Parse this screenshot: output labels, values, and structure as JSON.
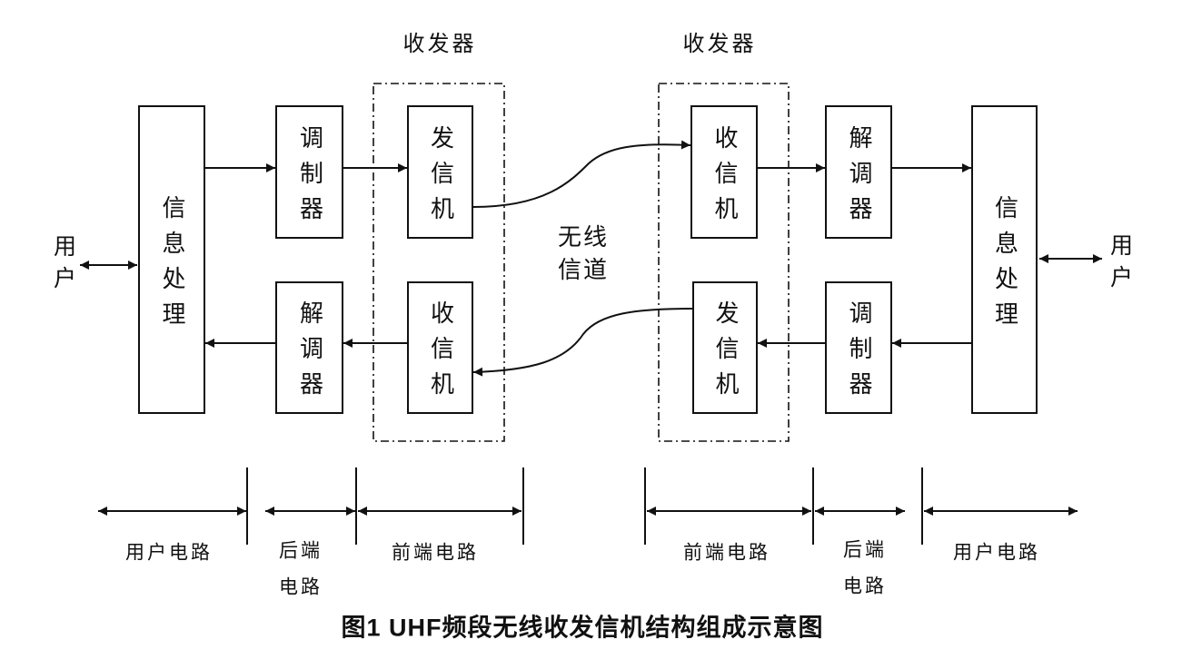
{
  "transceivers": {
    "left_label": "收发器",
    "right_label": "收发器"
  },
  "blocks": {
    "left_info_processing": "信息处理",
    "top_left_modulator": "调制器",
    "top_left_transmitter": "发信机",
    "bottom_left_demodulator": "解调器",
    "bottom_left_receiver": "收信机",
    "top_right_receiver": "收信机",
    "top_right_demodulator": "解调器",
    "bottom_right_transmitter": "发信机",
    "bottom_right_modulator": "调制器",
    "right_info_processing": "信息处理"
  },
  "users": {
    "left": "用户",
    "right": "用户"
  },
  "channel": {
    "line1": "无线",
    "line2": "信道"
  },
  "segments": {
    "left_user_circuit": "用户电路",
    "left_back_end": {
      "line1": "后端",
      "line2": "电路"
    },
    "left_front_end": "前端电路",
    "right_front_end": "前端电路",
    "right_back_end": {
      "line1": "后端",
      "line2": "电路"
    },
    "right_user_circuit": "用户电路"
  },
  "caption": "图1 UHF频段无线收发信机结构组成示意图"
}
